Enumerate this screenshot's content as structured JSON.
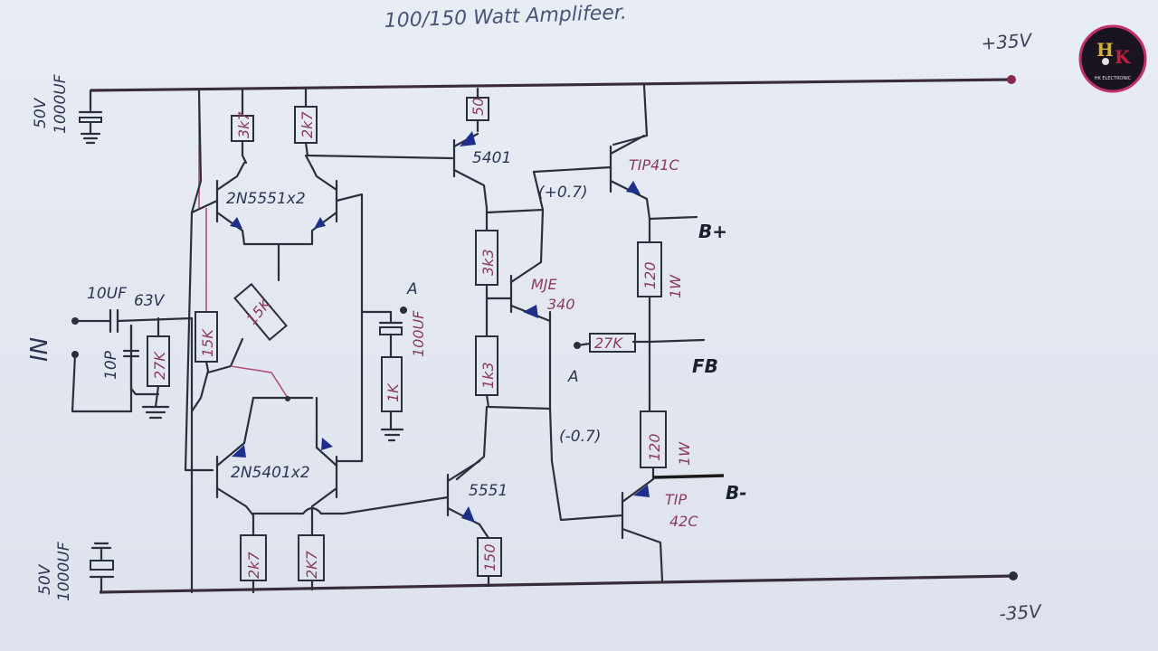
{
  "title": "100/150 Watt Amplifeer.",
  "rails": {
    "pos": "+35V",
    "neg": "-35V"
  },
  "caps": {
    "top": {
      "v": "50V",
      "c": "1000UF"
    },
    "bottom": {
      "v": "50V",
      "c": "1000UF"
    },
    "input": {
      "c": "10UF",
      "v": "63V"
    },
    "input_small": "10P",
    "feedback": "100UF"
  },
  "resistors": {
    "r_top1": "3k7",
    "r_top2": "2k7",
    "r_top3": "50",
    "r_15k_diag": "15K",
    "r_15k_vert": "15K",
    "r_in": "27K",
    "r_1k": "1K",
    "r_3k3": "3k3",
    "r_1k3": "1k3",
    "r_b1": "2k7",
    "r_b2": "2K7",
    "r_150": "150",
    "r_120a": "120",
    "r_120a_w": "1W",
    "r_120b": "120",
    "r_120b_w": "1W",
    "r_27k_fb": "27K"
  },
  "transistors": {
    "pair_top": "2N5551x2",
    "pair_bot": "2N5401x2",
    "q5401": "5401",
    "q5551": "5551",
    "mje": "MJE",
    "mje2": "340",
    "tip_top": "TIP41C",
    "tip_bot1": "TIP",
    "tip_bot2": "42C"
  },
  "labels": {
    "in": "IN",
    "a1": "A",
    "a2": "A",
    "bplus": "B+",
    "bminus": "B-",
    "fb": "FB",
    "v_plus": "(+0.7)",
    "v_minus": "(-0.7)"
  },
  "logo": {
    "text": "HK ELECTRONIC",
    "bg": "#1a1420",
    "ring": "#c0306a"
  },
  "colors": {
    "rail": "#3a2c3a",
    "arrow": "#1e2f8a",
    "red_trace": "#b0507a"
  }
}
